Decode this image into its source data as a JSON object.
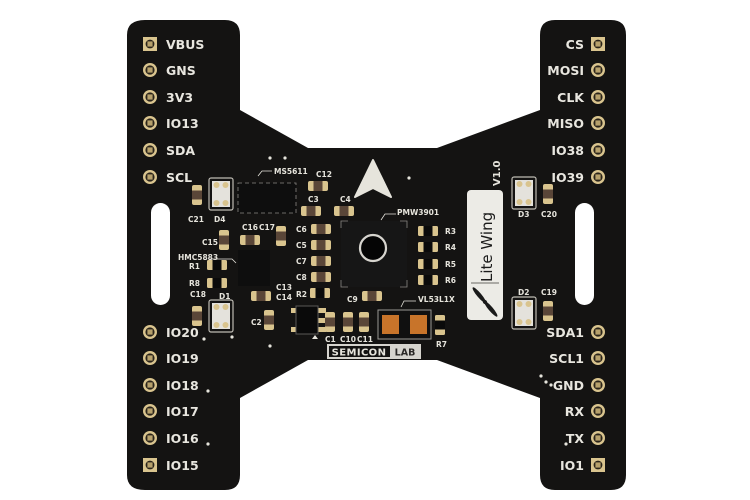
{
  "board": {
    "name": "Lite Wing",
    "version": "V1.0",
    "maker_logo": {
      "part1": "SEMICON",
      "part2": "LAB"
    },
    "colors": {
      "soldermask": "#141312",
      "silkscreen": "#e6e4dc",
      "pad_gold": "#d9c48e",
      "background": "#ffffff",
      "tof_window": "#c8742a"
    }
  },
  "header_left": {
    "pins": [
      {
        "label": "VBUS",
        "pad": "square"
      },
      {
        "label": "GNS",
        "pad": "round"
      },
      {
        "label": "3V3",
        "pad": "round"
      },
      {
        "label": "IO13",
        "pad": "round"
      },
      {
        "label": "SDA",
        "pad": "round"
      },
      {
        "label": "SCL",
        "pad": "round"
      }
    ]
  },
  "header_right": {
    "pins": [
      {
        "label": "CS",
        "pad": "square"
      },
      {
        "label": "MOSI",
        "pad": "round"
      },
      {
        "label": "CLK",
        "pad": "round"
      },
      {
        "label": "MISO",
        "pad": "round"
      },
      {
        "label": "IO38",
        "pad": "round"
      },
      {
        "label": "IO39",
        "pad": "round"
      }
    ]
  },
  "footer_left": {
    "pins": [
      {
        "label": "IO20",
        "pad": "round"
      },
      {
        "label": "IO19",
        "pad": "round"
      },
      {
        "label": "IO18",
        "pad": "round"
      },
      {
        "label": "IO17",
        "pad": "round"
      },
      {
        "label": "IO16",
        "pad": "round"
      },
      {
        "label": "IO15",
        "pad": "square"
      }
    ]
  },
  "footer_right": {
    "pins": [
      {
        "label": "SDA1",
        "pad": "round"
      },
      {
        "label": "SCL1",
        "pad": "round"
      },
      {
        "label": "GND",
        "pad": "round"
      },
      {
        "label": "RX",
        "pad": "round"
      },
      {
        "label": "TX",
        "pad": "round"
      },
      {
        "label": "IO1",
        "pad": "square"
      }
    ]
  },
  "components": {
    "ics": {
      "baro": "MS5611",
      "magnetometer": "HMC5883",
      "flow": "PMW3901",
      "tof": "VL53L1X"
    },
    "leds": {
      "d1": "D1",
      "d2": "D2",
      "d3": "D3",
      "d4": "D4"
    },
    "caps": {
      "c1": "C1",
      "c2": "C2",
      "c3": "C3",
      "c4": "C4",
      "c5": "C5",
      "c6": "C6",
      "c7": "C7",
      "c8": "C8",
      "c9": "C9",
      "c10": "C10",
      "c11": "C11",
      "c12": "C12",
      "c13": "C13",
      "c14": "C14",
      "c15": "C15",
      "c16": "C16",
      "c17": "C17",
      "c18": "C18",
      "c19": "C19",
      "c20": "C20",
      "c21": "C21"
    },
    "resistors": {
      "r1": "R1",
      "r2": "R2",
      "r3": "R3",
      "r4": "R4",
      "r5": "R5",
      "r6": "R6",
      "r7": "R7",
      "r8": "R8"
    }
  }
}
